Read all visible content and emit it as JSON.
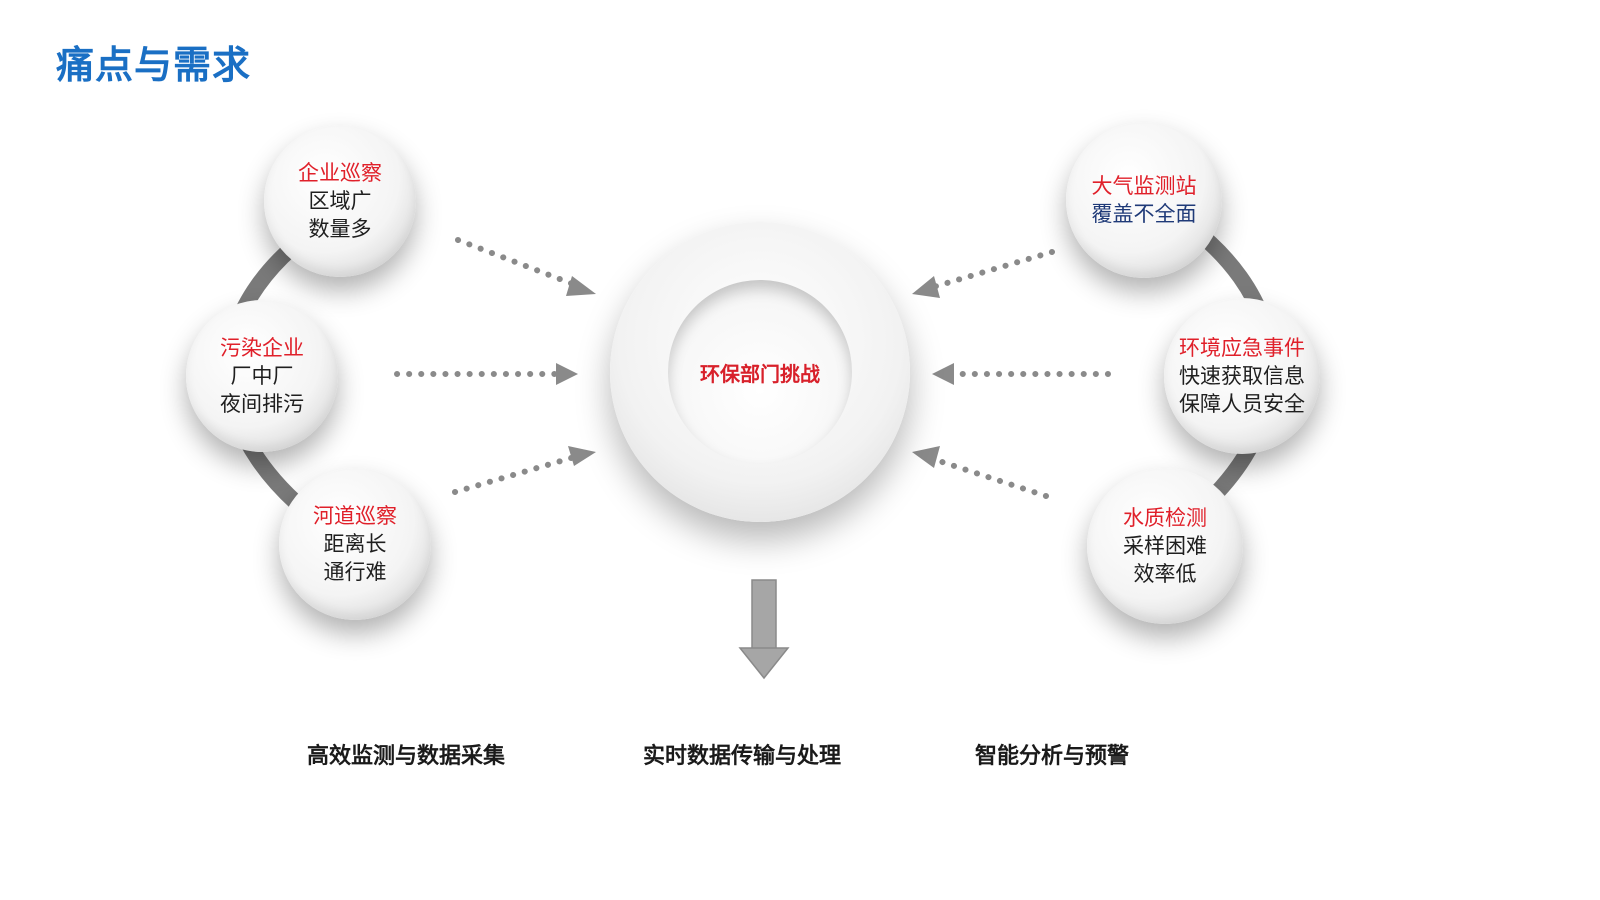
{
  "title": "痛点与需求",
  "center": {
    "label": "环保部门挑战"
  },
  "left_nodes": [
    {
      "title": "企业巡察",
      "line1": "区域广",
      "line2": "数量多"
    },
    {
      "title": "污染企业",
      "line1": "厂中厂",
      "line2": "夜间排污"
    },
    {
      "title": "河道巡察",
      "line1": "距离长",
      "line2": "通行难"
    }
  ],
  "right_nodes": [
    {
      "title": "大气监测站",
      "line1": "覆盖不全面"
    },
    {
      "title": "环境应急事件",
      "line1": "快速获取信息",
      "line2": "保障人员安全"
    },
    {
      "title": "水质检测",
      "line1": "采样困难",
      "line2": "效率低"
    }
  ],
  "bottom": [
    "高效监测与数据采集",
    "实时数据传输与处理",
    "智能分析与预警"
  ],
  "colors": {
    "title": "#1a6fc4",
    "node_title": "#e0202a",
    "center_label": "#d8202a",
    "connector": "#7a7a7a",
    "dots": "#8a8a8a"
  }
}
